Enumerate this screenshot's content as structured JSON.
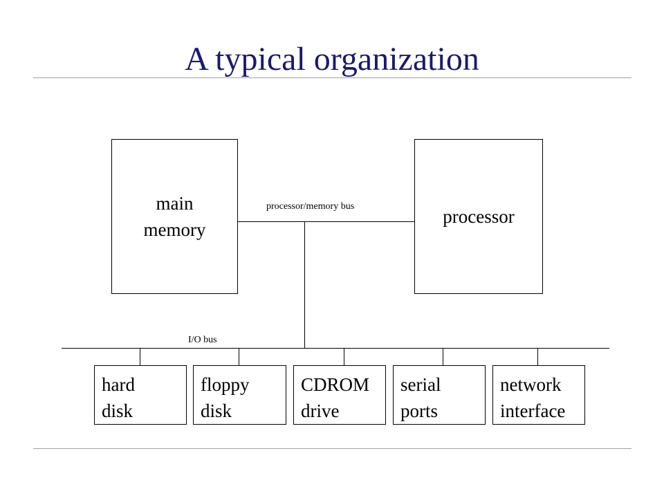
{
  "slide": {
    "title": "A typical organization"
  },
  "diagram": {
    "main_memory": "main\nmemory",
    "processor": "processor",
    "processor_memory_bus_label": "processor/memory bus",
    "io_bus_label": "I/O bus",
    "devices": [
      {
        "label": "hard\ndisk"
      },
      {
        "label": "floppy\ndisk"
      },
      {
        "label": "CDROM\ndrive"
      },
      {
        "label": "serial\nports"
      },
      {
        "label": "network\ninterface"
      }
    ]
  }
}
